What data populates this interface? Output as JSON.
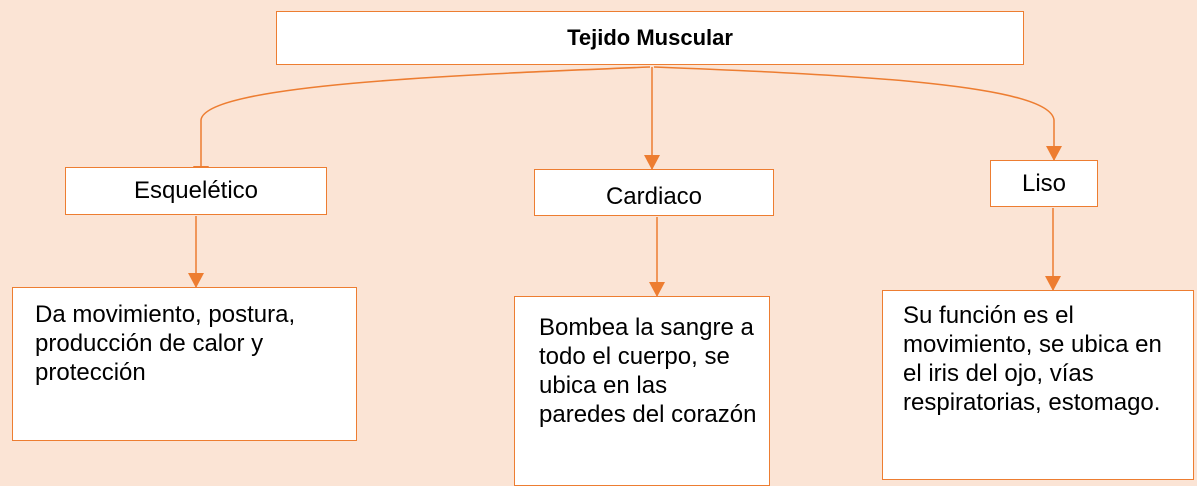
{
  "colors": {
    "background": "#fbe4d5",
    "accent": "#ed7d31",
    "box_fill": "#ffffff"
  },
  "root": {
    "label": "Tejido Muscular"
  },
  "branches": [
    {
      "label": "Esquelético",
      "description": "Da movimiento, postura, producción de calor y protección"
    },
    {
      "label": "Cardiaco",
      "description": "Bombea la sangre a todo el cuerpo, se ubica en las paredes del corazón"
    },
    {
      "label": "Liso",
      "description": "Su función es el movimiento, se ubica en el iris del ojo, vías respiratorias, estomago."
    }
  ]
}
